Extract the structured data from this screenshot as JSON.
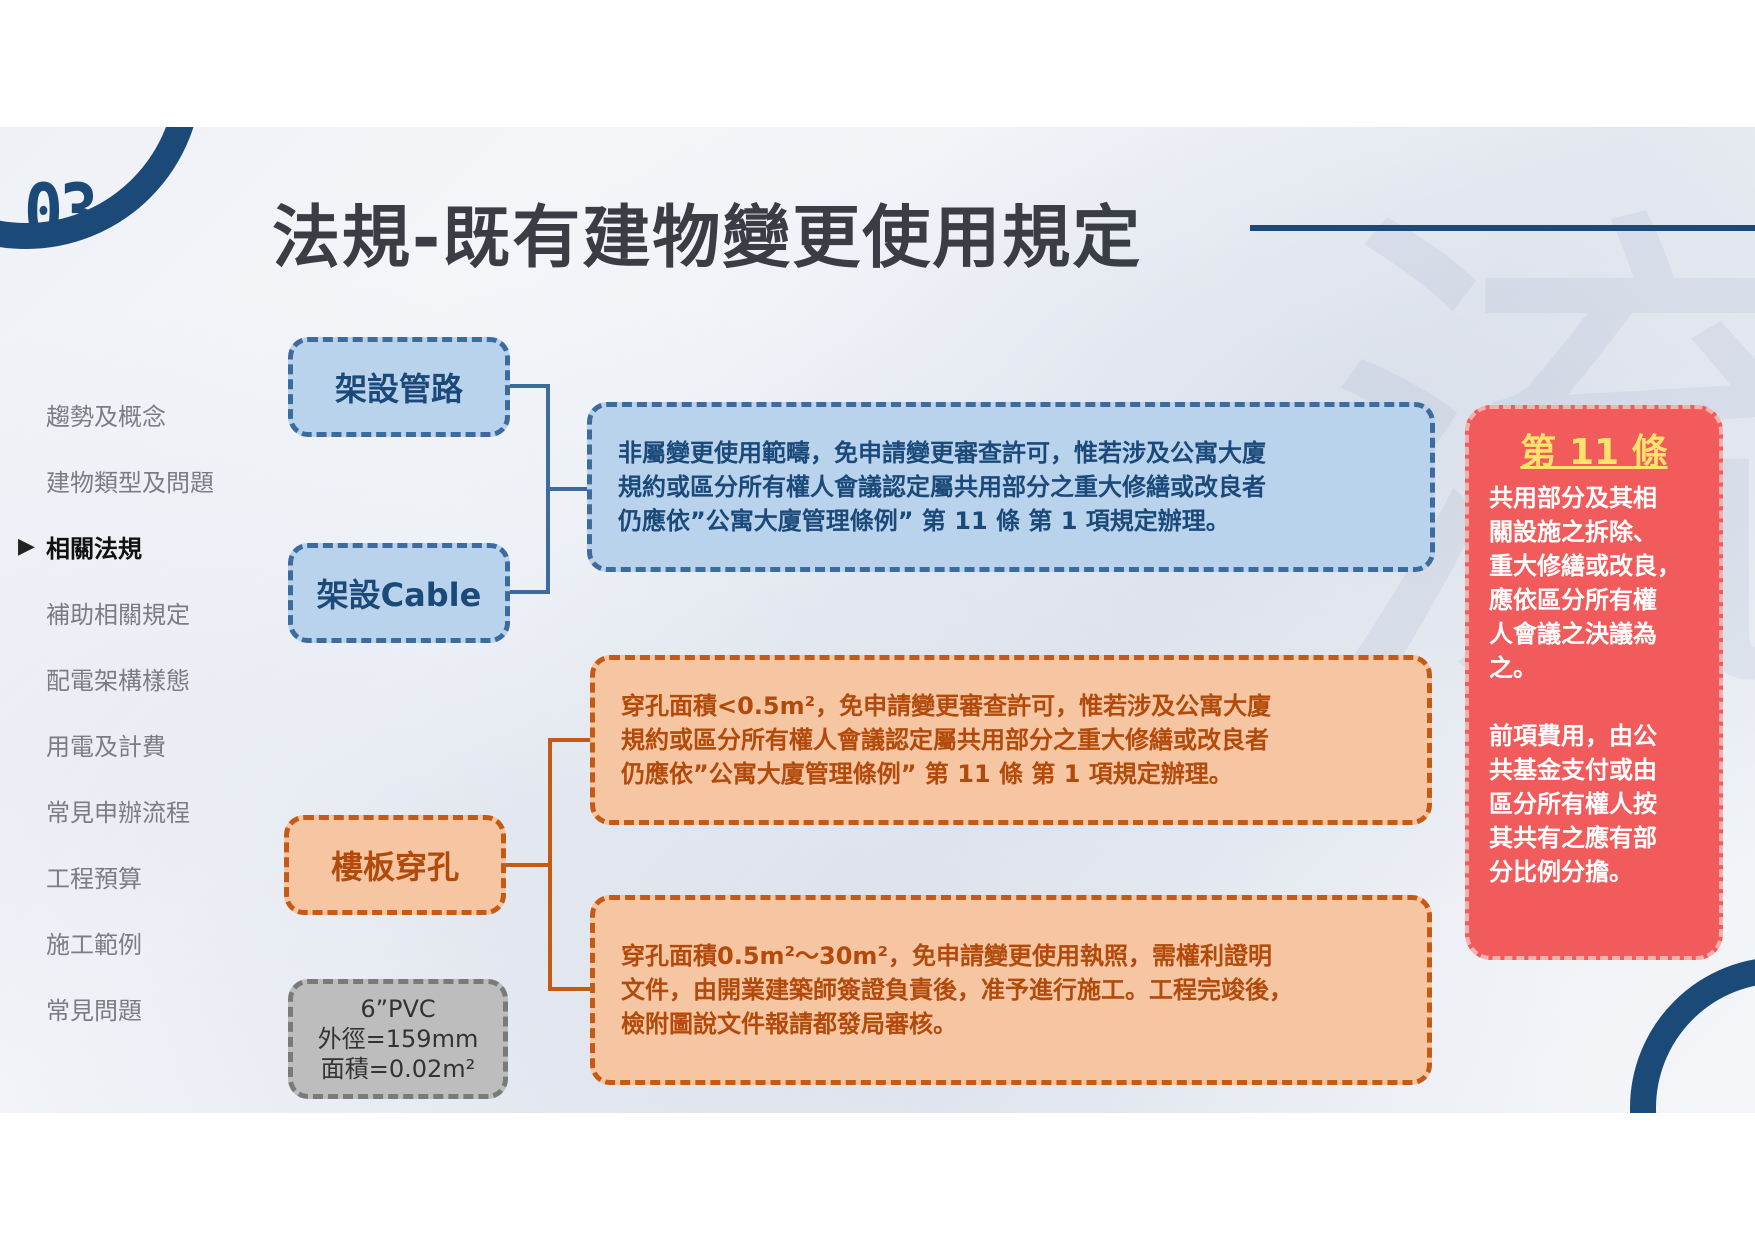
{
  "section_number": "03",
  "title": "法規-既有建物變更使用規定",
  "sidebar": {
    "items": [
      {
        "label": "趨勢及概念",
        "active": false
      },
      {
        "label": "建物類型及問題",
        "active": false
      },
      {
        "label": "相關法規",
        "active": true
      },
      {
        "label": "補助相關規定",
        "active": false
      },
      {
        "label": "配電架構樣態",
        "active": false
      },
      {
        "label": "用電及計費",
        "active": false
      },
      {
        "label": "常見申辦流程",
        "active": false
      },
      {
        "label": "工程預算",
        "active": false
      },
      {
        "label": "施工範例",
        "active": false
      },
      {
        "label": "常見問題",
        "active": false
      }
    ],
    "active_marker": "▶"
  },
  "diagram": {
    "pipe_box": "架設管路",
    "cable_box": "架設Cable",
    "blue_desc": [
      "非屬變更使用範疇，免申請變更審查許可，惟若涉及公寓大廈",
      "規約或區分所有權人會議認定屬共用部分之重大修繕或改良者",
      "仍應依”公寓大廈管理條例” 第 11 條 第 1 項規定辦理。"
    ],
    "floor_box": "樓板穿孔",
    "orange_desc1": [
      "穿孔面積<0.5m²，免申請變更審查許可，惟若涉及公寓大廈",
      "規約或區分所有權人會議認定屬共用部分之重大修繕或改良者",
      "仍應依”公寓大廈管理條例” 第 11 條 第 1 項規定辦理。"
    ],
    "orange_desc2": [
      "穿孔面積0.5m²～30m²，免申請變更使用執照，需權利證明",
      "文件，由開業建築師簽證負責後，准予進行施工。工程完竣後，",
      "檢附圖說文件報請都發局審核。"
    ],
    "pvc": [
      "6”PVC",
      "外徑=159mm",
      "面積=0.02m²"
    ]
  },
  "article": {
    "heading": "第 11 條",
    "para1": [
      "共用部分及其相",
      "關設施之拆除、",
      "重大修繕或改良，",
      "應依區分所有權",
      "人會議之決議為",
      "之。"
    ],
    "para2": [
      "前項費用，由公",
      "共基金支付或由",
      "區分所有權人按",
      "其共有之應有部",
      "分比例分擔。"
    ]
  },
  "colors": {
    "brand": "#1c4a78",
    "blue_fill": "#b9d3ec",
    "orange_fill": "#f6c5a1",
    "orange_line": "#c55a14",
    "red_fill": "#f25b5b",
    "heading_yellow": "#ffe36a"
  }
}
